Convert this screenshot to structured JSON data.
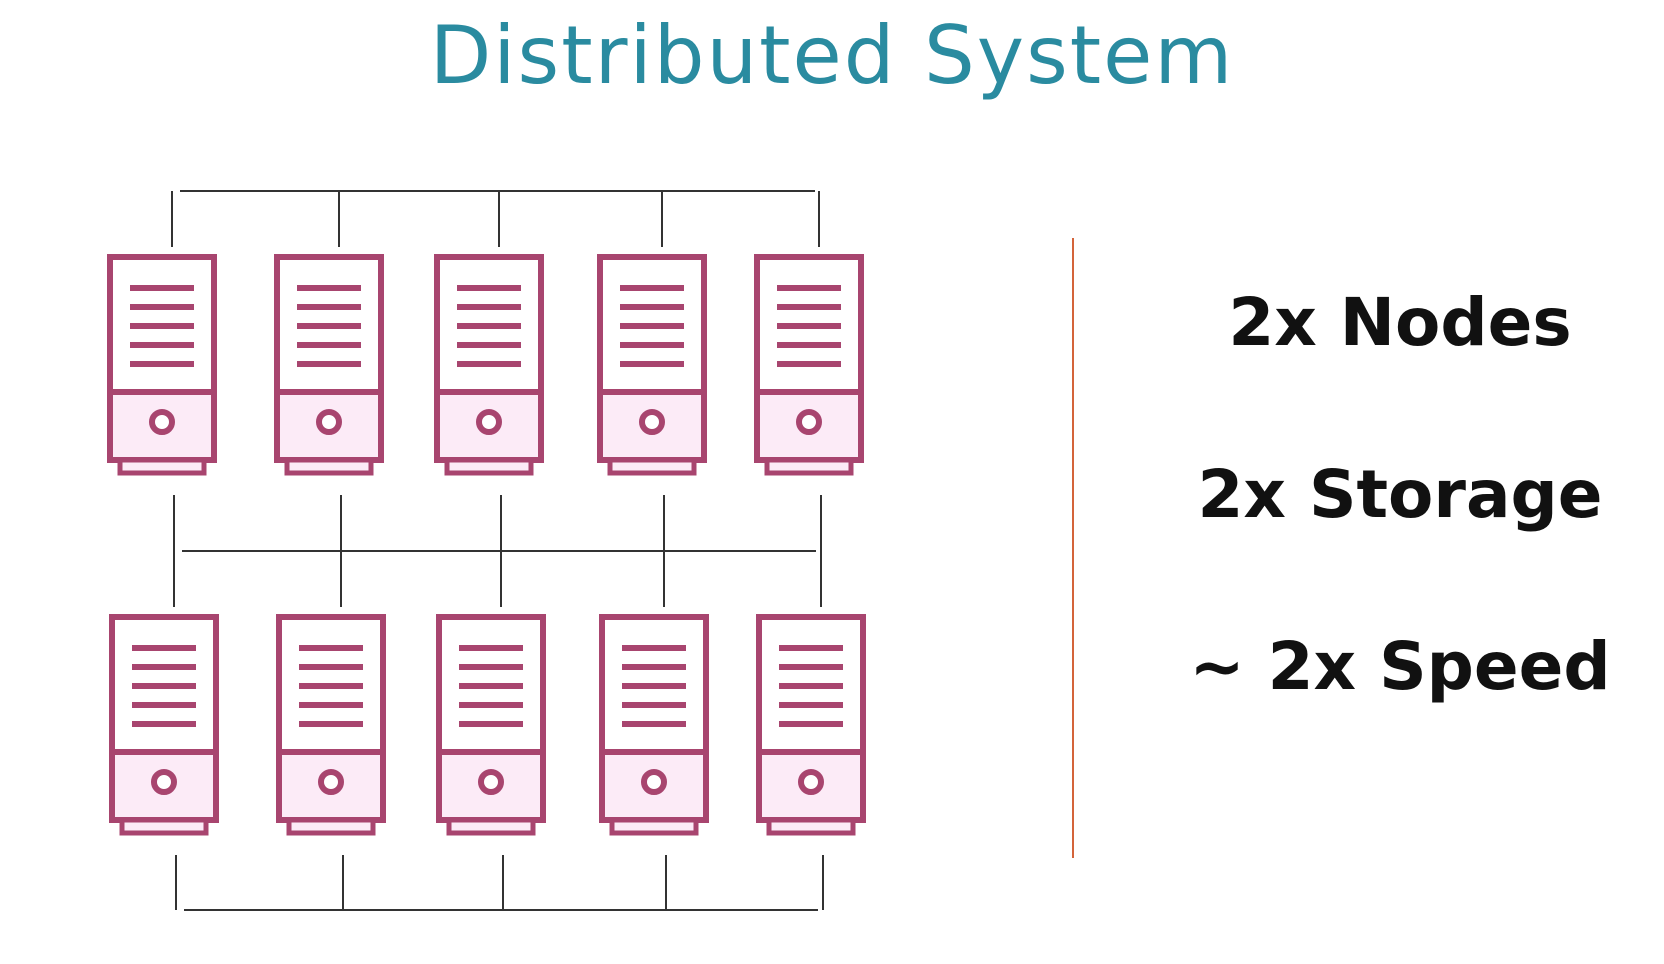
{
  "title": "Distributed System",
  "stats": [
    "2x Nodes",
    "2x Storage",
    "~ 2x Speed"
  ],
  "colors": {
    "title": "#2a8ba0",
    "server_stroke": "#a8456f",
    "server_fill": "#ffffff",
    "server_base_fill": "#fcebf7",
    "connector": "#333333",
    "divider": "#d4643a",
    "stat_text": "#111111"
  },
  "diagram": {
    "server_rows": 2,
    "servers_per_row": 5,
    "server_icon": "server-tower-icon"
  }
}
